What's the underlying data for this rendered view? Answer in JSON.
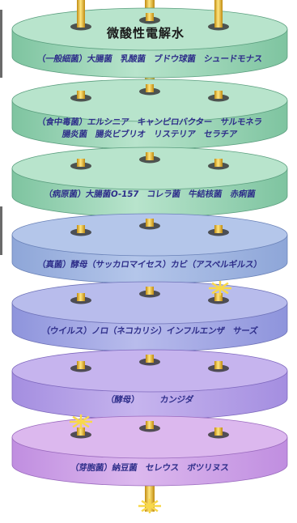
{
  "title": "微酸性電解水",
  "discs": [
    {
      "id": "d1",
      "line1": "（一般細菌）大腸菌　乳酸菌　ブドウ球菌　シュードモナス",
      "line2": "",
      "top": "#b8e4cc",
      "side": "#7ec4a0",
      "edge": "#5a9e7e"
    },
    {
      "id": "d2",
      "line1": "（食中毒菌）エルシニア　キャンピロバクター　サルモネラ",
      "line2": "腸炎菌　腸炎ビブリオ　リステリア　セラチア",
      "top": "#b8e4cc",
      "side": "#7ec4a0",
      "edge": "#5a9e7e"
    },
    {
      "id": "d3",
      "line1": "（病原菌）大腸菌O-157　コレラ菌　牛結核菌　赤痢菌",
      "line2": "",
      "top": "#b8e4cc",
      "side": "#7ec4a0",
      "edge": "#5a9e7e"
    },
    {
      "id": "d4",
      "line1": "（真菌）酵母（サッカロマイセス）カビ（アスペルギルス）",
      "line2": "",
      "top": "#b4c6ea",
      "side": "#8ea6d8",
      "edge": "#6a82b8"
    },
    {
      "id": "d5",
      "line1": "（ウイルス）ノロ（ネコカリシ）インフルエンザ　サーズ",
      "line2": "",
      "top": "#b8bcec",
      "side": "#8e94dc",
      "edge": "#6e72b8"
    },
    {
      "id": "d6",
      "line1": "（酵母）　　　カンジダ",
      "line2": "",
      "top": "#c6b4ee",
      "side": "#a48ee0",
      "edge": "#7e68be"
    },
    {
      "id": "d7",
      "line1": "（芽胞菌）納豆菌　セレウス　ボツリヌス",
      "line2": "",
      "top": "#dcb8ee",
      "side": "#c08ee0",
      "edge": "#9a6abe"
    }
  ],
  "colors": {
    "pillar": "#f0c020",
    "pillar_dark": "#c08a10",
    "hole": "#3a3a3a",
    "spark": "#f8d84a"
  }
}
